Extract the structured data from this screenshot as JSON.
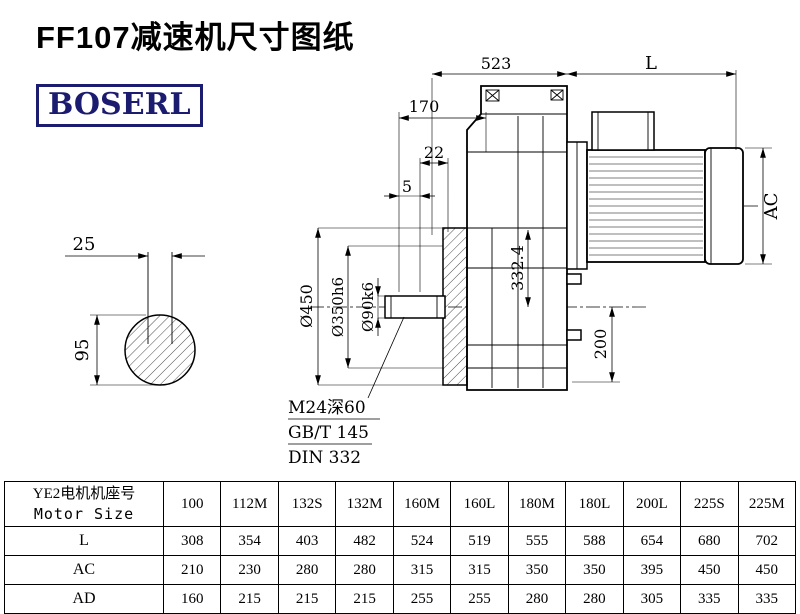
{
  "page": {
    "title": "FF107减速机尺寸图纸",
    "logo": "BOSERL"
  },
  "drawing": {
    "dims": {
      "overall_523": "523",
      "motor_L": "L",
      "d170": "170",
      "d22": "22",
      "d5": "5",
      "motor_AC": "AC",
      "d332_4": "332.4",
      "d200": "200",
      "flange_od": "Ø450",
      "spigot_dia": "Ø350h6",
      "shaft_dia": "Ø90k6",
      "key_25": "25",
      "shaft_h_95": "95"
    },
    "notes": [
      "M24深60",
      "GB/T 145",
      "DIN 332"
    ]
  },
  "table": {
    "header_cn": "YE2电机机座号",
    "header_en": "Motor Size",
    "columns": [
      "100",
      "112M",
      "132S",
      "132M",
      "160M",
      "160L",
      "180M",
      "180L",
      "200L",
      "225S",
      "225M"
    ],
    "rows": [
      {
        "label": "L",
        "values": [
          "308",
          "354",
          "403",
          "482",
          "524",
          "519",
          "555",
          "588",
          "654",
          "680",
          "702"
        ]
      },
      {
        "label": "AC",
        "values": [
          "210",
          "230",
          "280",
          "280",
          "315",
          "315",
          "350",
          "350",
          "395",
          "450",
          "450"
        ]
      },
      {
        "label": "AD",
        "values": [
          "160",
          "215",
          "215",
          "215",
          "255",
          "255",
          "280",
          "280",
          "305",
          "335",
          "335"
        ]
      }
    ]
  }
}
